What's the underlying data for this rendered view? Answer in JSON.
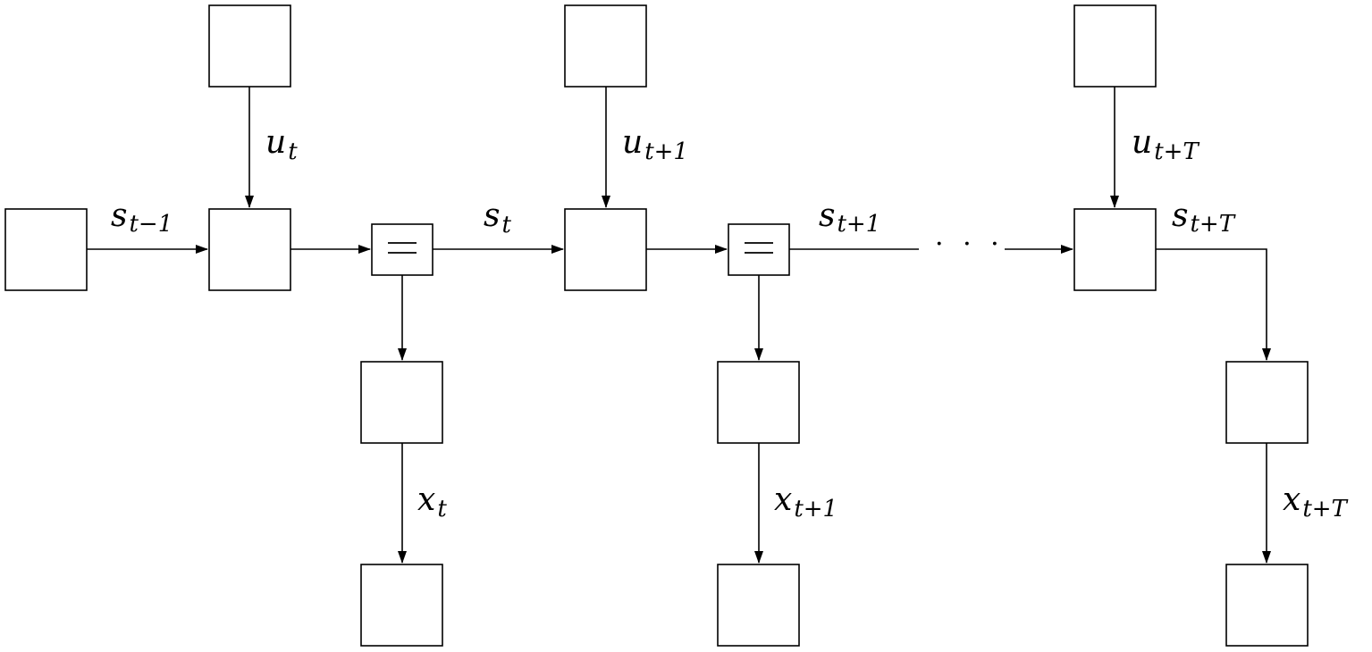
{
  "colors": {
    "stroke": "#000000",
    "background": "#ffffff"
  },
  "labels": {
    "s_prev": {
      "var": "s",
      "sub": "t−1"
    },
    "u_t": {
      "var": "u",
      "sub": "t"
    },
    "s_t": {
      "var": "s",
      "sub": "t"
    },
    "u_t1": {
      "var": "u",
      "sub": "t+1"
    },
    "s_t1": {
      "var": "s",
      "sub": "t+1"
    },
    "u_tT": {
      "var": "u",
      "sub": "t+T"
    },
    "s_tT": {
      "var": "s",
      "sub": "t+T"
    },
    "x_t": {
      "var": "x",
      "sub": "t"
    },
    "x_t1": {
      "var": "x",
      "sub": "t+1"
    },
    "x_tT": {
      "var": "x",
      "sub": "t+T"
    },
    "ellipsis": "· · ·"
  }
}
